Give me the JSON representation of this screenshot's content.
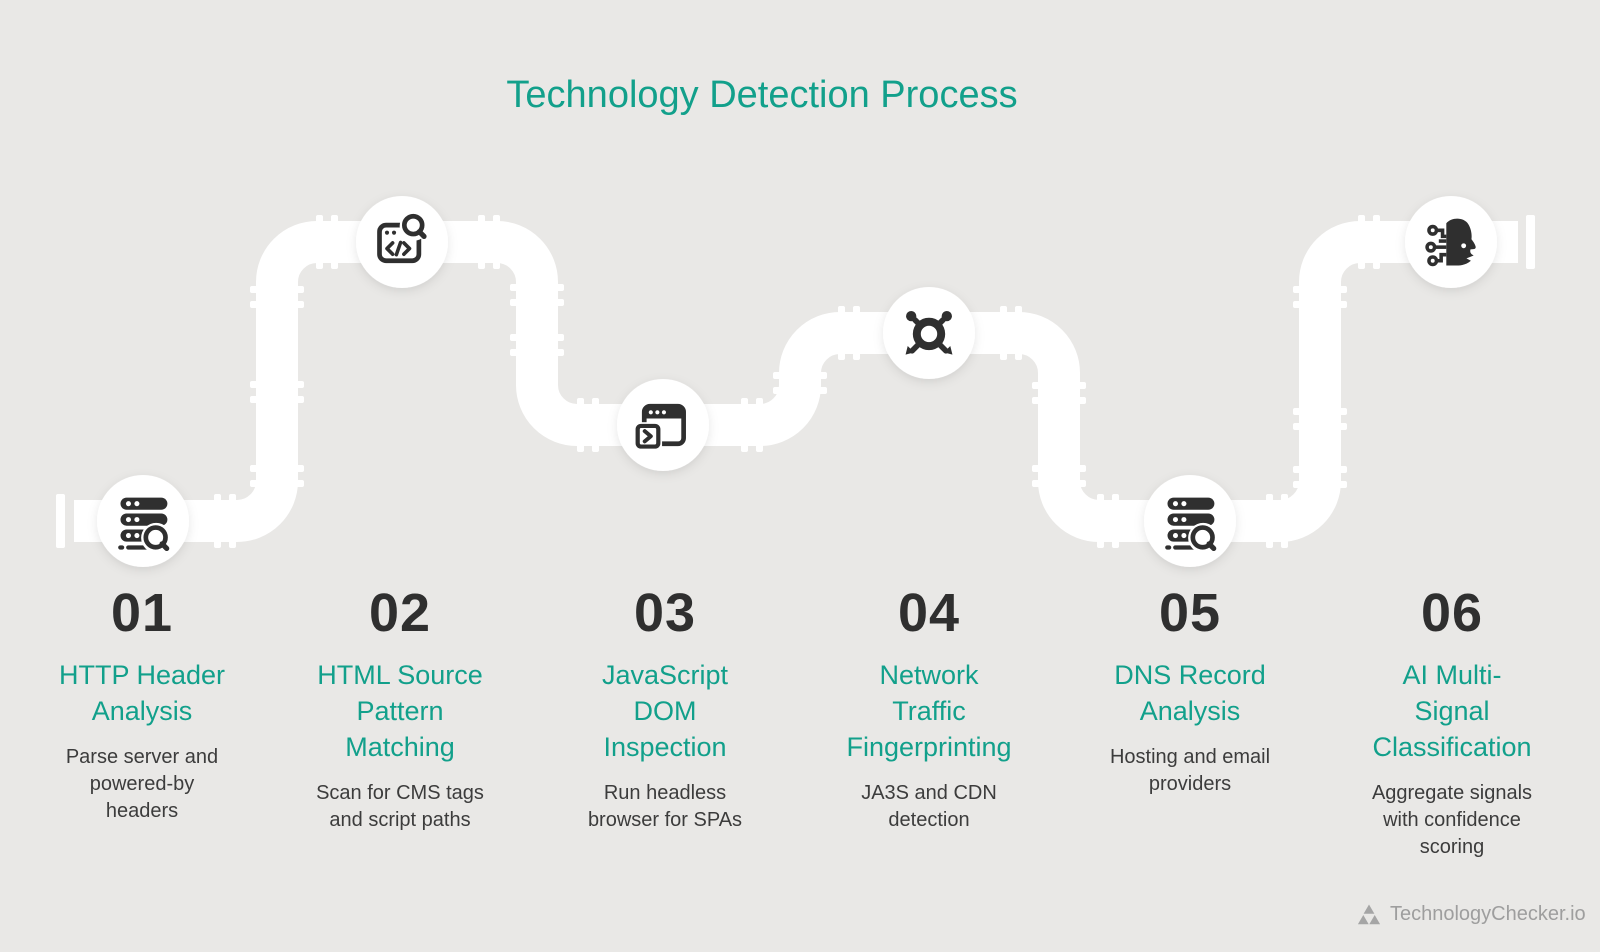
{
  "title": {
    "text": "Technology Detection Process"
  },
  "steps": [
    {
      "number": "01",
      "title": "HTTP Header\nAnalysis",
      "description": "Parse server and\npowered-by\nheaders",
      "icon": "server-search-icon"
    },
    {
      "number": "02",
      "title": "HTML Source\nPattern\nMatching",
      "description": "Scan for CMS tags\nand script paths",
      "icon": "browser-code-search-icon"
    },
    {
      "number": "03",
      "title": "JavaScript\nDOM\nInspection",
      "description": "Run headless\nbrowser for SPAs",
      "icon": "terminal-window-icon"
    },
    {
      "number": "04",
      "title": "Network\nTraffic\nFingerprinting",
      "description": "JA3S and CDN\ndetection",
      "icon": "network-traffic-icon"
    },
    {
      "number": "05",
      "title": "DNS Record\nAnalysis",
      "description": "Hosting and email\nproviders",
      "icon": "server-search-icon"
    },
    {
      "number": "06",
      "title": "AI Multi-\nSignal\nClassification",
      "description": "Aggregate signals\nwith confidence\nscoring",
      "icon": "ai-head-icon"
    }
  ],
  "footer": {
    "brand": "TechnologyChecker.io",
    "logo_icon": "triangle-logo-icon"
  },
  "colors": {
    "background": "#e9e8e6",
    "accent_teal": "#12a08b",
    "pipe_white": "#ffffff",
    "icon_dark": "#2f2f2f",
    "number_dark": "#2f2f2f",
    "description_gray": "#3c3c3c",
    "brand_gray": "#9e9e9e"
  }
}
